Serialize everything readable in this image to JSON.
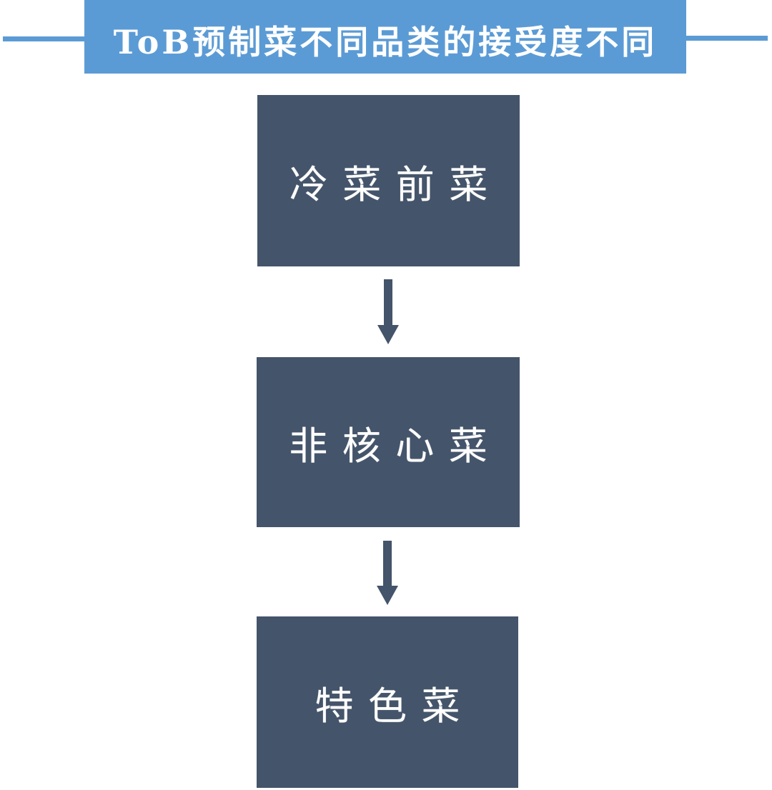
{
  "title": {
    "text": "ToB预制菜不同品类的接受度不同"
  },
  "flow": {
    "nodes": [
      {
        "label": "冷菜前菜"
      },
      {
        "label": "非核心菜"
      },
      {
        "label": "特色菜"
      }
    ],
    "connectors": [
      {
        "icon": "down-arrow-icon",
        "from": 0,
        "to": 1
      },
      {
        "icon": "down-arrow-icon",
        "from": 1,
        "to": 2
      }
    ]
  },
  "colors": {
    "banner_blue": "#5b9bd5",
    "node_fill": "#44546a",
    "arrow": "#44546a",
    "text_on_fill": "#ffffff",
    "background": "#ffffff"
  }
}
